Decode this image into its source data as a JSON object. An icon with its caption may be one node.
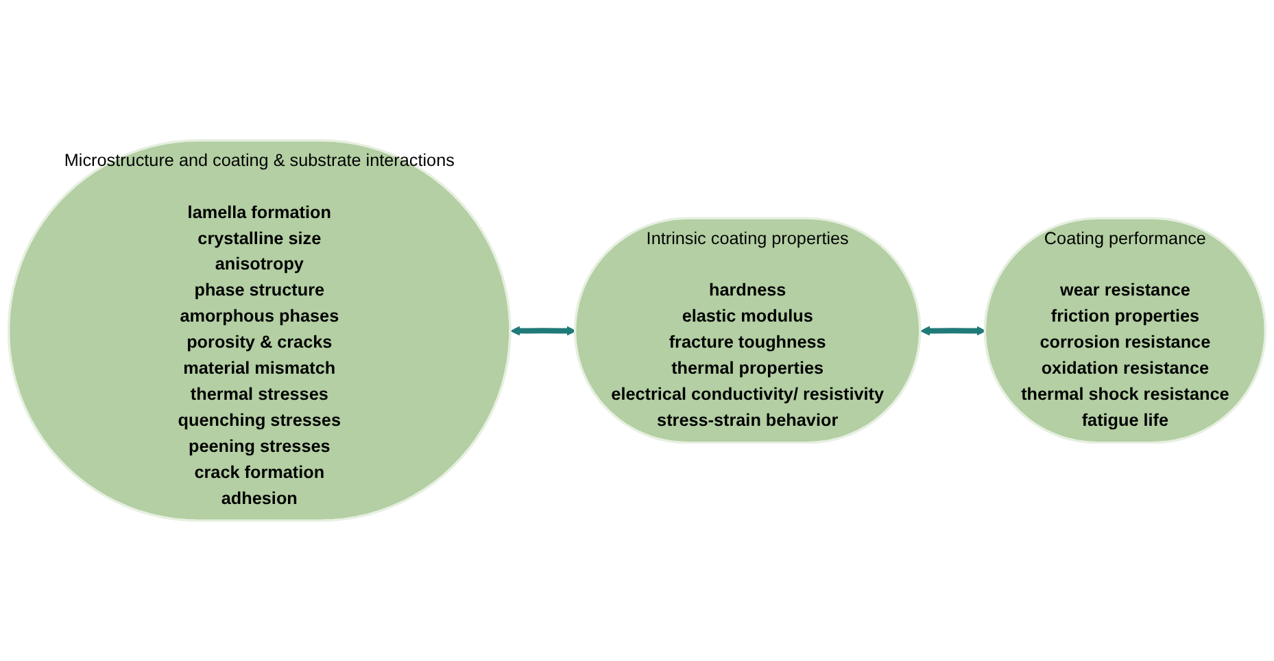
{
  "diagram": {
    "nodes": [
      {
        "text": [
          "Microstructure and coating & substrate interactions",
          "lamella formation",
          "crystalline size",
          "anisotropy",
          "phase structure",
          "amorphous phases",
          "porosity & cracks",
          "material mismatch",
          "thermal stresses",
          "quenching stresses",
          "peening stresses",
          "crack formation",
          "adhesion"
        ]
      },
      {
        "text": [
          "Intrinsic coating properties",
          "hardness",
          "elastic modulus",
          "fracture toughness",
          "thermal properties",
          "electrical conductivity/ resistivity",
          "stress-strain behavior"
        ]
      },
      {
        "text": [
          "Coating performance",
          "wear resistance",
          "friction properties",
          "corrosion resistance",
          "oxidation resistance",
          "thermal shock resistance",
          "fatigue life"
        ]
      }
    ],
    "edges": [
      {
        "from": 0,
        "to": 1,
        "arrow": "both"
      },
      {
        "from": 1,
        "to": 2,
        "arrow": "both"
      }
    ]
  }
}
